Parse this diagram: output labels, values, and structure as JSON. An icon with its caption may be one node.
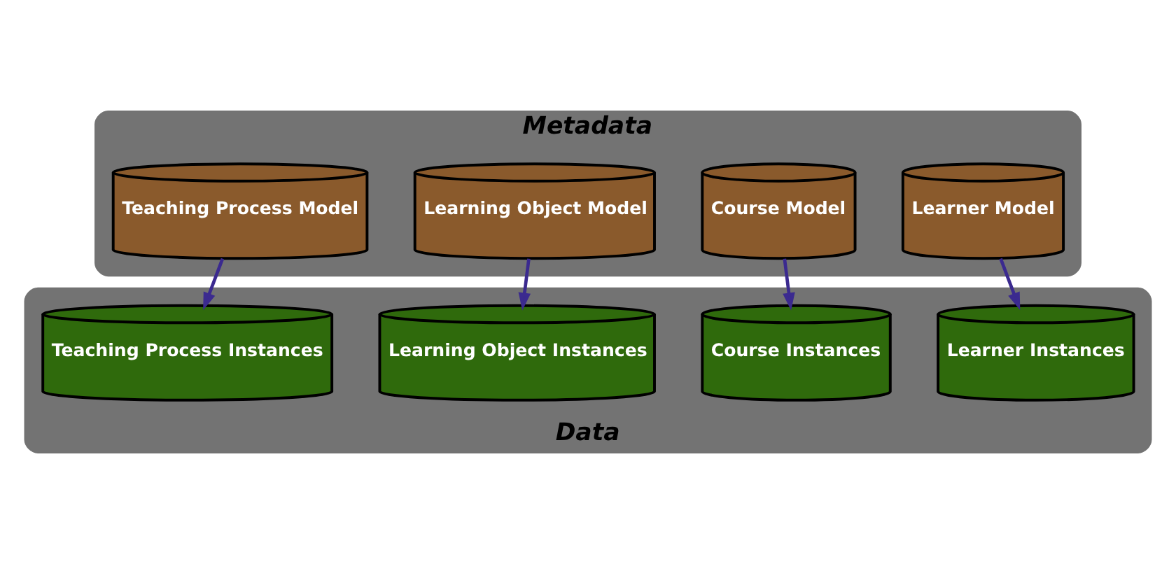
{
  "diagram": {
    "nodes": [
      {
        "text": [
          "Metadata"
        ]
      },
      {
        "text": [
          "Learner Model"
        ],
        "in": 0
      },
      {
        "text": [
          "Course Model"
        ],
        "in": 0
      },
      {
        "text": [
          "Learning Object Model"
        ],
        "in": 0
      },
      {
        "text": [
          "Teaching Process Model"
        ],
        "in": 0
      },
      {
        "text": [
          "Data"
        ]
      },
      {
        "text": [
          "Learner Instances"
        ],
        "in": 5
      },
      {
        "text": [
          "Course Instances"
        ],
        "in": 5
      },
      {
        "text": [
          "Learning Object Instances"
        ],
        "in": 5
      },
      {
        "text": [
          "Teaching Process Instances"
        ],
        "in": 5
      }
    ],
    "edges": [
      {
        "from": 1,
        "to": 6,
        "arrow": "to"
      },
      {
        "from": 2,
        "to": 7,
        "arrow": "to"
      },
      {
        "from": 3,
        "to": 8,
        "arrow": "to"
      },
      {
        "from": 4,
        "to": 9,
        "arrow": "to"
      }
    ]
  }
}
